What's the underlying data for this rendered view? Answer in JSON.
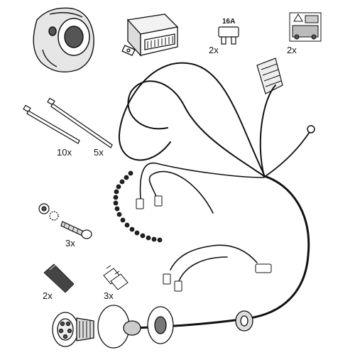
{
  "parts": {
    "socket_cover": {
      "icon": "socket-cover-icon"
    },
    "control_module": {
      "icon": "control-module-icon"
    },
    "fuse": {
      "rating": "16A",
      "qty": "2x",
      "icon": "fuse-icon"
    },
    "warning_sticker": {
      "qty": "2x",
      "icon": "warning-sticker-icon"
    },
    "multi_pin_connector": {
      "icon": "multi-pin-connector-icon"
    },
    "cable_ties_small": {
      "qty": "10x",
      "icon": "cable-tie-icon"
    },
    "cable_ties_large": {
      "qty": "5x",
      "icon": "cable-tie-icon"
    },
    "bolt_set": {
      "qty": "3x",
      "icon": "bolt-nut-washer-icon"
    },
    "tape_strip": {
      "qty": "2x",
      "icon": "tape-strip-icon"
    },
    "clips": {
      "qty": "3x",
      "icon": "clip-icon"
    },
    "wiring_harness": {
      "icon": "wiring-harness-icon"
    },
    "socket_plug": {
      "icon": "round-socket-plug-icon"
    }
  },
  "colors": {
    "line": "#111111",
    "fill": "#ffffff",
    "shade": "#d8d8d8",
    "dark_shade": "#9a9a9a"
  }
}
